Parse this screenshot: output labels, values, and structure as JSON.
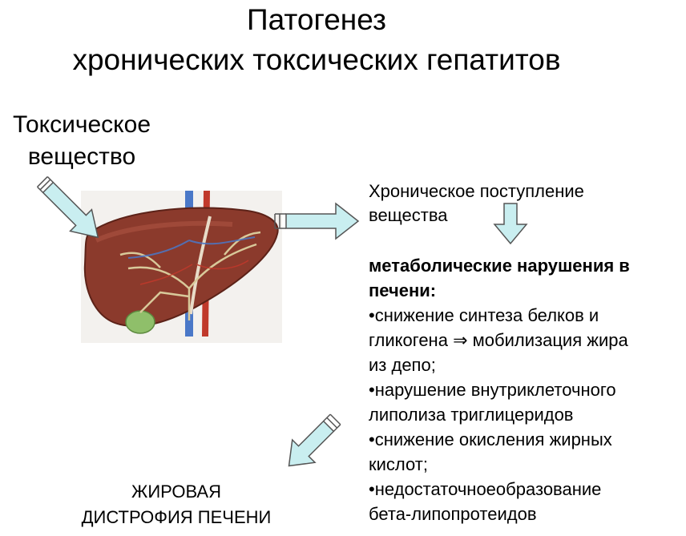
{
  "title": {
    "line1": "Патогенез",
    "line2": "хронических токсических гепатитов"
  },
  "toxic_label": {
    "line1": "Токсическое",
    "line2": "вещество"
  },
  "chronic_label": {
    "line1": "Хроническое поступление",
    "line2": "вещества"
  },
  "metabolic": {
    "heading_line1": "метаболические нарушения в",
    "heading_line2": "печени:",
    "item1_line1": "•снижение синтеза белков и",
    "item1_line2_a": "гликогена",
    "item1_arrow": "⇒",
    "item1_line2_b": "мобилизация жира",
    "item1_line3": "из депо;",
    "item2_line1": "•нарушение внутриклеточного",
    "item2_line2": "липолиза триглицеридов",
    "item3_line1": "•снижение окисления жирных",
    "item3_line2": "кислот;",
    "item4_word1": "•недостаточное",
    "item4_word2": "образование",
    "item4_line2": "бета-липопротеидов"
  },
  "result_label": {
    "line1": "ЖИРОВАЯ",
    "line2": "ДИСТРОФИЯ ПЕЧЕНИ"
  },
  "colors": {
    "arrow_fill": "#c9eef0",
    "arrow_stroke": "#555555",
    "liver": "#8b3a2c",
    "gallbladder": "#8fbf6a",
    "vein_blue": "#4a78c8",
    "artery_red": "#c0392b"
  }
}
